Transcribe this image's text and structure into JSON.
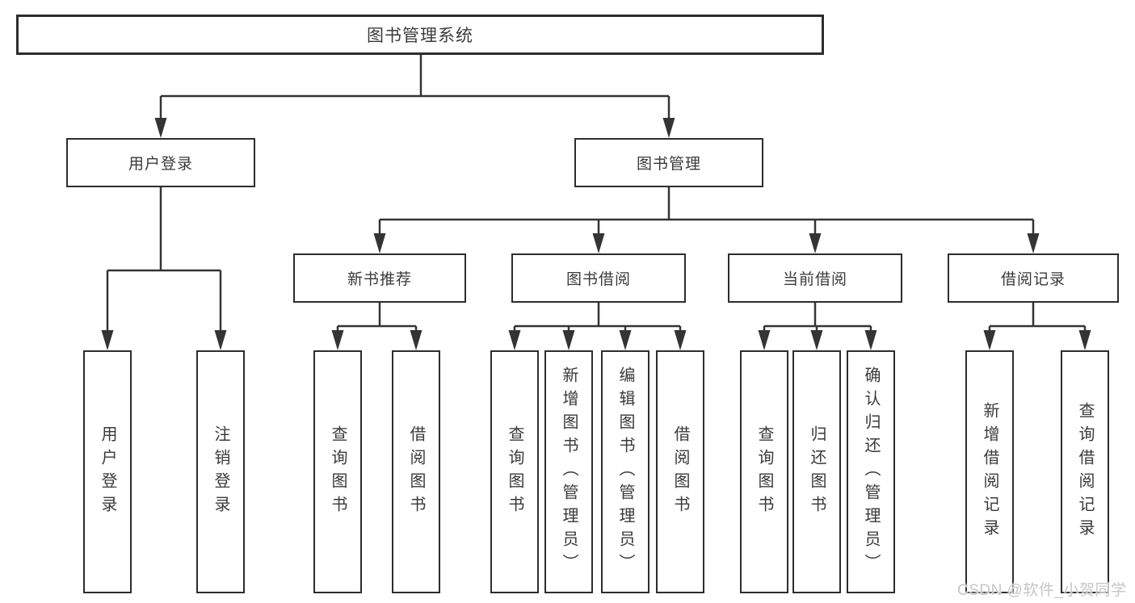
{
  "diagram": {
    "title": "图书管理系统",
    "root": {
      "label": "图书管理系统"
    },
    "level2": [
      {
        "label": "用户登录"
      },
      {
        "label": "图书管理"
      }
    ],
    "level3": [
      {
        "label": "新书推荐"
      },
      {
        "label": "图书借阅"
      },
      {
        "label": "当前借阅"
      },
      {
        "label": "借阅记录"
      }
    ],
    "leaves": {
      "user_login": [
        "用户登录",
        "注销登录"
      ],
      "new_books": [
        "查询图书",
        "借阅图书"
      ],
      "book_borrow": [
        "查询图书",
        "新增图书（管理员）",
        "编辑图书（管理员）",
        "借阅图书"
      ],
      "current_borrow": [
        "查询图书",
        "归还图书",
        "确认归还（管理员）"
      ],
      "borrow_records": [
        "新增借阅记录",
        "查询借阅记录"
      ]
    }
  },
  "watermark": {
    "text": "CSDN @软件_小贺同学",
    "color": "#c6c6c6"
  },
  "colors": {
    "line": "#343434",
    "border": "#2d2d2d",
    "text": "#3a3a3a",
    "background": "#ffffff"
  }
}
